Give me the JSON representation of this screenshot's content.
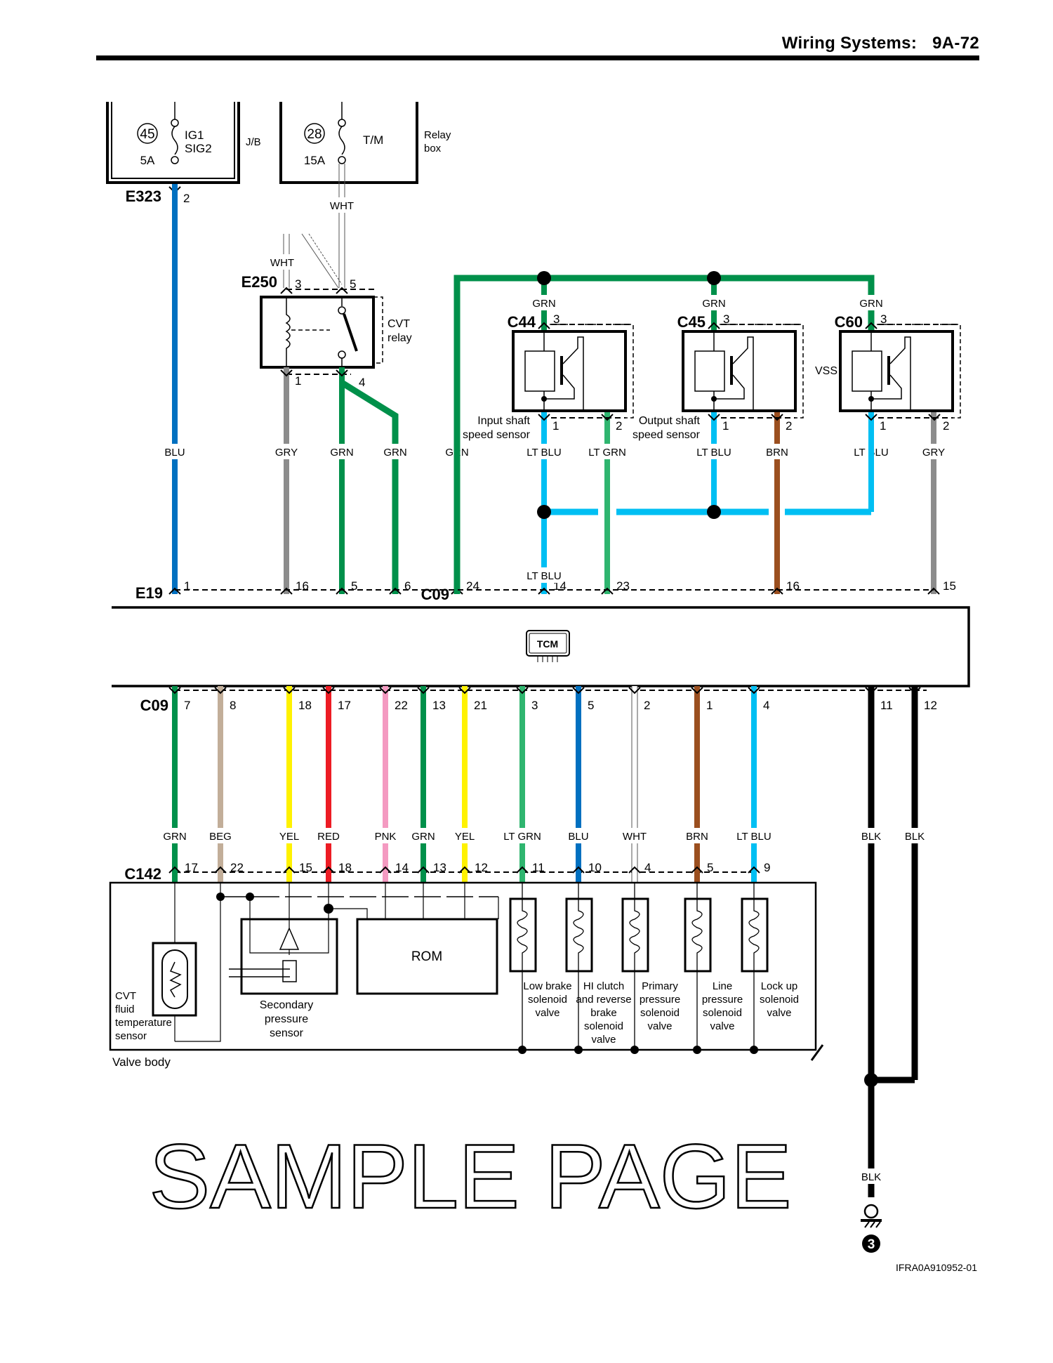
{
  "header": {
    "section": "Wiring Systems:",
    "page": "9A-72"
  },
  "colors": {
    "BLU": "#0070c0",
    "GRY": "#8c8c8c",
    "GRN": "#00904a",
    "LT BLU": "#00bff3",
    "LT GRN": "#2fb56f",
    "BRN": "#9b4f1f",
    "BEG": "#c2ae99",
    "YEL": "#fff200",
    "RED": "#ed1c24",
    "PNK": "#f49ac1",
    "WHT": "#ffffff",
    "BLK": "#000000"
  },
  "jb": {
    "fuse_no": "45",
    "rating": "5A",
    "name": "IG1\nSIG2",
    "box": "J/B"
  },
  "relay_box": {
    "fuse_no": "28",
    "rating": "15A",
    "name": "T/M",
    "box": "Relay\nbox"
  },
  "connectors": {
    "e323": {
      "name": "E323",
      "pin": "2"
    },
    "e250": {
      "name": "E250",
      "pin_a": "3",
      "pin_b": "5",
      "pin_c": "1",
      "pin_d": "4"
    },
    "cvt_relay": "CVT\nrelay",
    "wht_top": "WHT",
    "wht_mid": "WHT",
    "e19": "E19",
    "c09_top": "C09",
    "c09_bottom": "C09",
    "c142": "C142"
  },
  "sensors": [
    {
      "conn": "C44",
      "pin_top": "3",
      "pin_1": "1",
      "pin_2": "2",
      "label": "Input shaft\nspeed sensor",
      "top_wire": "GRN"
    },
    {
      "conn": "C45",
      "pin_top": "3",
      "pin_1": "1",
      "pin_2": "2",
      "label": "Output shaft\nspeed sensor",
      "top_wire": "GRN"
    },
    {
      "conn": "C60",
      "pin_top": "3",
      "pin_1": "1",
      "pin_2": "2",
      "label": "VSS",
      "top_wire": "GRN"
    }
  ],
  "upper_wires": [
    {
      "color": "BLU",
      "label": "BLU",
      "pin": "1"
    },
    {
      "color": "GRY",
      "label": "GRY",
      "pin": "16"
    },
    {
      "color": "GRN",
      "label": "GRN",
      "pin": "5"
    },
    {
      "color": "GRN",
      "label": "GRN",
      "pin": "6"
    },
    {
      "color": "GRN",
      "label": "GRN",
      "pin": "24"
    },
    {
      "color": "LT BLU",
      "label": "LT BLU",
      "pin": "14"
    },
    {
      "color": "LT GRN",
      "label": "LT GRN",
      "pin": "23"
    },
    {
      "color": "LT BLU",
      "label": "LT BLU",
      "pin": ""
    },
    {
      "color": "BRN",
      "label": "BRN",
      "pin": "16"
    },
    {
      "color": "LT BLU",
      "label": "LT BLU",
      "pin": ""
    },
    {
      "color": "GRY",
      "label": "GRY",
      "pin": "15"
    }
  ],
  "lt_blu_lower_label": "LT BLU",
  "tcm": "TCM",
  "lower_wires": [
    {
      "color": "GRN",
      "label": "GRN",
      "c09_pin": "7",
      "c142_pin": "17"
    },
    {
      "color": "BEG",
      "label": "BEG",
      "c09_pin": "8",
      "c142_pin": "22"
    },
    {
      "color": "YEL",
      "label": "YEL",
      "c09_pin": "18",
      "c142_pin": "15"
    },
    {
      "color": "RED",
      "label": "RED",
      "c09_pin": "17",
      "c142_pin": "18"
    },
    {
      "color": "PNK",
      "label": "PNK",
      "c09_pin": "22",
      "c142_pin": "14"
    },
    {
      "color": "GRN",
      "label": "GRN",
      "c09_pin": "13",
      "c142_pin": "13"
    },
    {
      "color": "YEL",
      "label": "YEL",
      "c09_pin": "21",
      "c142_pin": "12"
    },
    {
      "color": "LT GRN",
      "label": "LT GRN",
      "c09_pin": "3",
      "c142_pin": "11"
    },
    {
      "color": "BLU",
      "label": "BLU",
      "c09_pin": "5",
      "c142_pin": "10"
    },
    {
      "color": "WHT",
      "label": "WHT",
      "c09_pin": "2",
      "c142_pin": "4"
    },
    {
      "color": "BRN",
      "label": "BRN",
      "c09_pin": "1",
      "c142_pin": "5"
    },
    {
      "color": "LT BLU",
      "label": "LT BLU",
      "c09_pin": "4",
      "c142_pin": "9"
    },
    {
      "color": "BLK",
      "label": "BLK",
      "c09_pin": "11",
      "c142_pin": ""
    },
    {
      "color": "BLK",
      "label": "BLK",
      "c09_pin": "12",
      "c142_pin": ""
    }
  ],
  "valve_body": {
    "title": "Valve body",
    "rom": "ROM",
    "fluid_temp_sensor": "CVT\nfluid\ntemperature\nsensor",
    "secondary_pressure_sensor": "Secondary\npressure\nsensor",
    "solenoids": [
      "Low brake\nsolenoid\nvalve",
      "HI clutch\nand reverse\nbrake\nsolenoid\nvalve",
      "Primary\npressure\nsolenoid\nvalve",
      "Line\npressure\nsolenoid\nvalve",
      "Lock up\nsolenoid\nvalve"
    ]
  },
  "ground": {
    "wire_label": "BLK",
    "ground_no": "3"
  },
  "figure_id": "IFRA0A910952-01",
  "watermark": "SAMPLE PAGE"
}
